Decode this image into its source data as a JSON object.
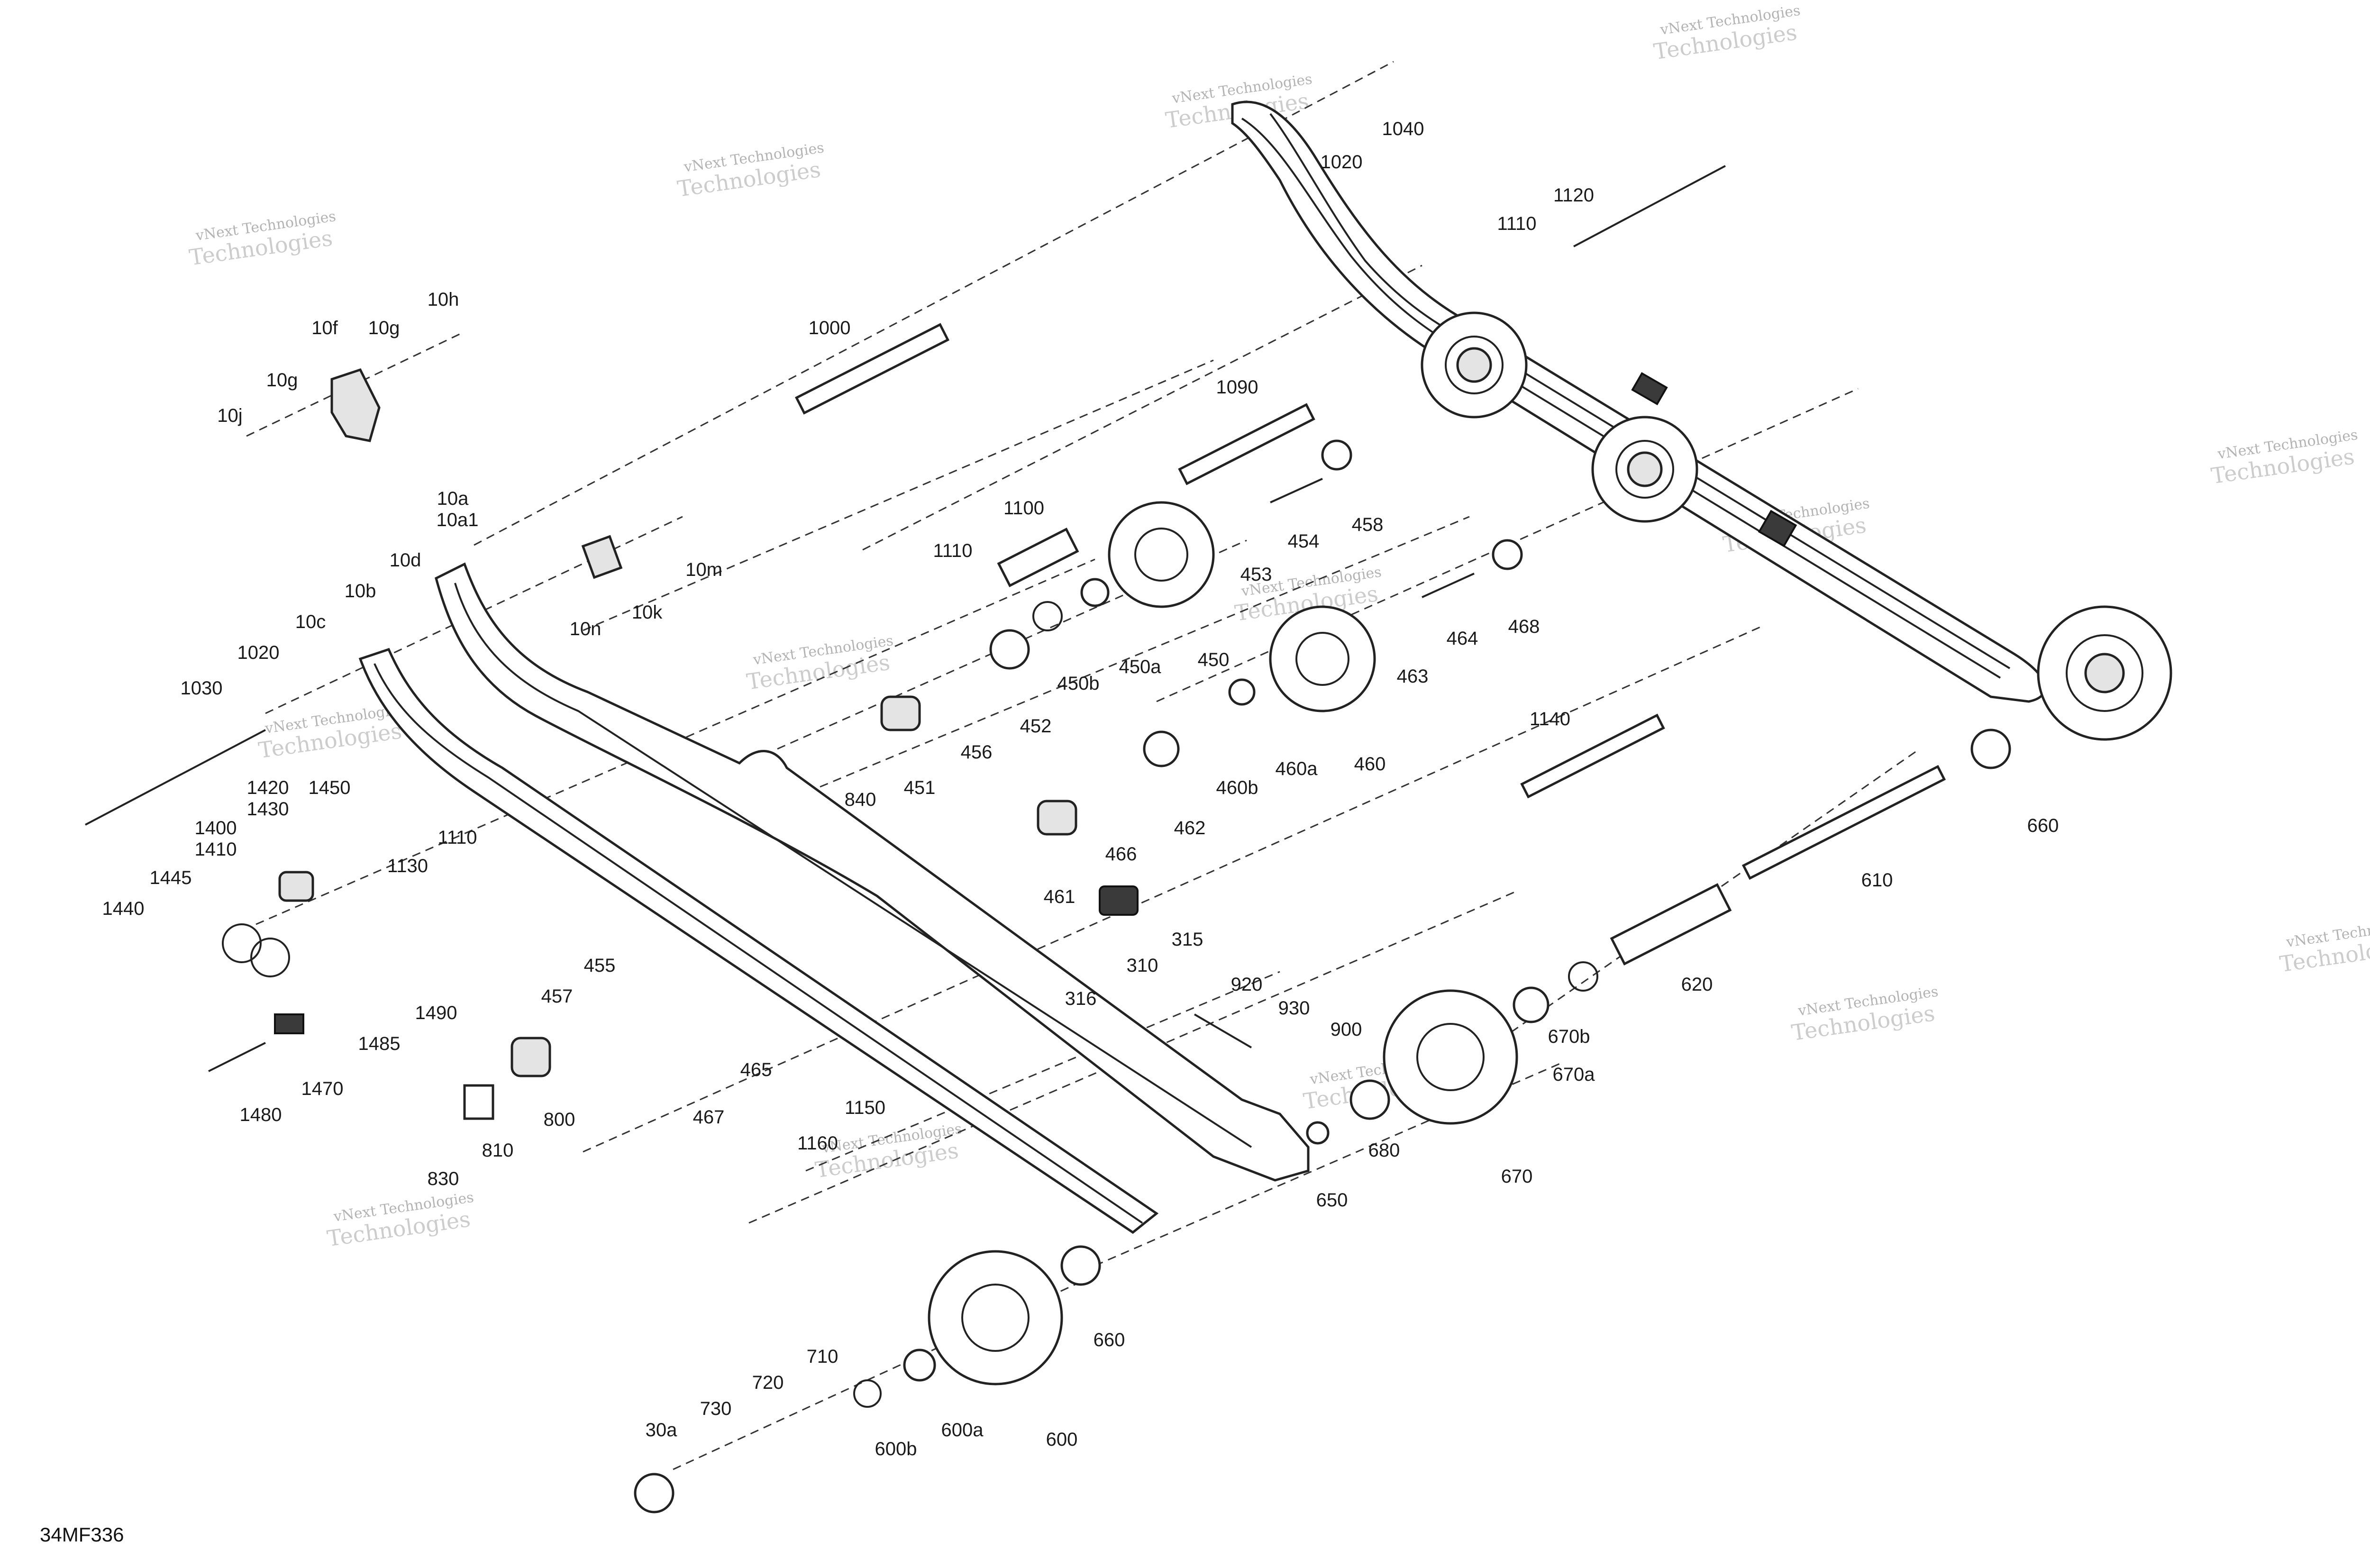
{
  "diagram": {
    "drawing_code": "34MF336",
    "watermark": {
      "line1": "vNext Technologies",
      "line2": "Technologies"
    },
    "part_labels": [
      "1040",
      "1020",
      "1120",
      "1110",
      "1000",
      "1090",
      "10h",
      "10f",
      "10g",
      "10g",
      "10j",
      "10a",
      "10a1",
      "10d",
      "10m",
      "10k",
      "10n",
      "1100",
      "1110",
      "458",
      "454",
      "453",
      "450",
      "450a",
      "450b",
      "452",
      "451",
      "456",
      "468",
      "464",
      "463",
      "460",
      "460a",
      "460b",
      "462",
      "466",
      "461",
      "10b",
      "10c",
      "1020",
      "1030",
      "1450",
      "1420",
      "1430",
      "1400",
      "1410",
      "1445",
      "1440",
      "1130",
      "1110",
      "840",
      "457",
      "455",
      "1490",
      "1485",
      "1470",
      "1480",
      "800",
      "810",
      "830",
      "467",
      "465",
      "310",
      "315",
      "316",
      "1140",
      "610",
      "660",
      "620",
      "670b",
      "670a",
      "670",
      "680",
      "650",
      "920",
      "930",
      "900",
      "1160",
      "1150",
      "660",
      "600",
      "600a",
      "600b",
      "710",
      "720",
      "730",
      "30a"
    ]
  }
}
